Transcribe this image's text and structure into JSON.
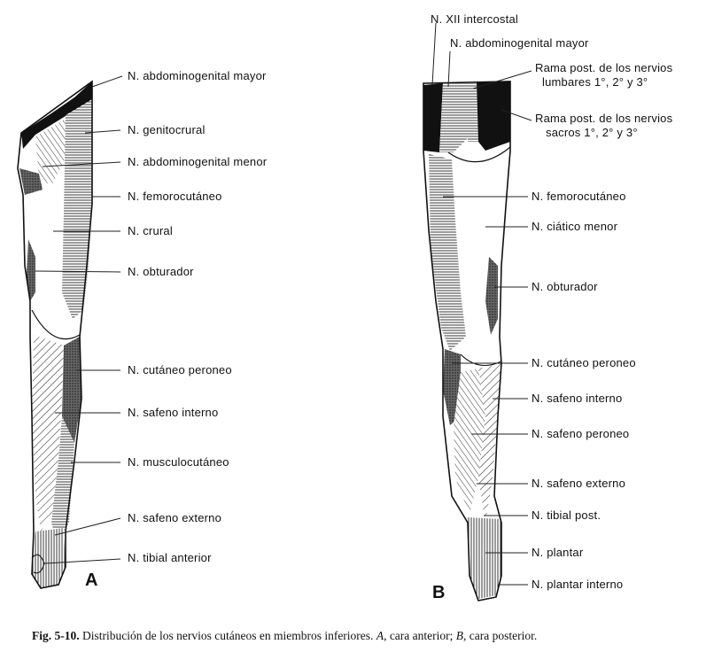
{
  "panel_a": {
    "letter": "A",
    "labels": [
      "N. abdominogenital mayor",
      "N. genitocrural",
      "N. abdominogenital menor",
      "N. femorocutáneo",
      "N. crural",
      "N. obturador",
      "N. cutáneo peroneo",
      "N. safeno interno",
      "N. musculocutáneo",
      "N. safeno externo",
      "N. tibial anterior"
    ]
  },
  "panel_b": {
    "letter": "B",
    "labels": [
      "N. XII intercostal",
      "N. abdominogenital mayor",
      "Rama post. de los nervios",
      "lumbares 1°, 2° y 3°",
      "Rama post. de los nervios",
      "sacros 1°, 2° y 3°",
      "N. femorocutáneo",
      "N. ciático menor",
      "N. obturador",
      "N. cutáneo peroneo",
      "N. safeno interno",
      "N. safeno peroneo",
      "N. safeno externo",
      "N. tibial post.",
      "N. plantar",
      "N. plantar interno"
    ]
  },
  "caption": {
    "fig": "Fig. 5-10.",
    "text": " Distribución de los nervios cutáneos en miembros inferiores. ",
    "a": "A",
    "a_text": ", cara anterior; ",
    "b": "B",
    "b_text": ", cara posterior."
  }
}
